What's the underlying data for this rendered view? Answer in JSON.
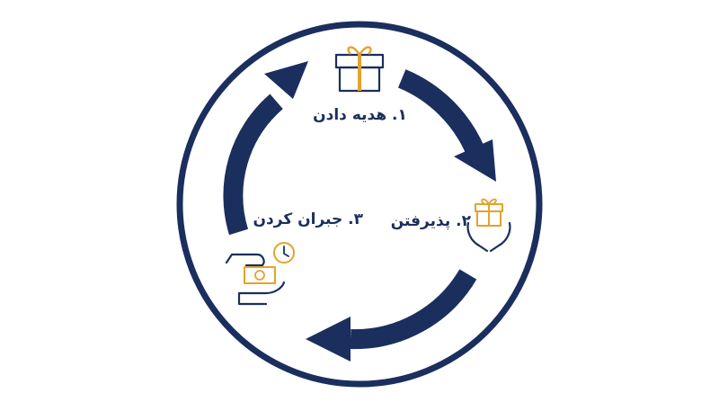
{
  "colors": {
    "navy": "#1b2f5e",
    "gold": "#e3a32c",
    "background": "#ffffff"
  },
  "steps": [
    {
      "label": "۱. هدیه دادن",
      "icon": "gift-box-icon"
    },
    {
      "label": "۲. پذیرفتن",
      "icon": "hands-receiving-gift-icon"
    },
    {
      "label": "۳. جبران کردن",
      "icon": "hands-exchanging-money-icon"
    }
  ],
  "cycle_arrows": [
    {
      "from_step": 3,
      "to_step": 1,
      "direction": "clockwise"
    },
    {
      "from_step": 1,
      "to_step": 2,
      "direction": "clockwise"
    },
    {
      "from_step": 2,
      "to_step": 3,
      "direction": "clockwise"
    }
  ]
}
